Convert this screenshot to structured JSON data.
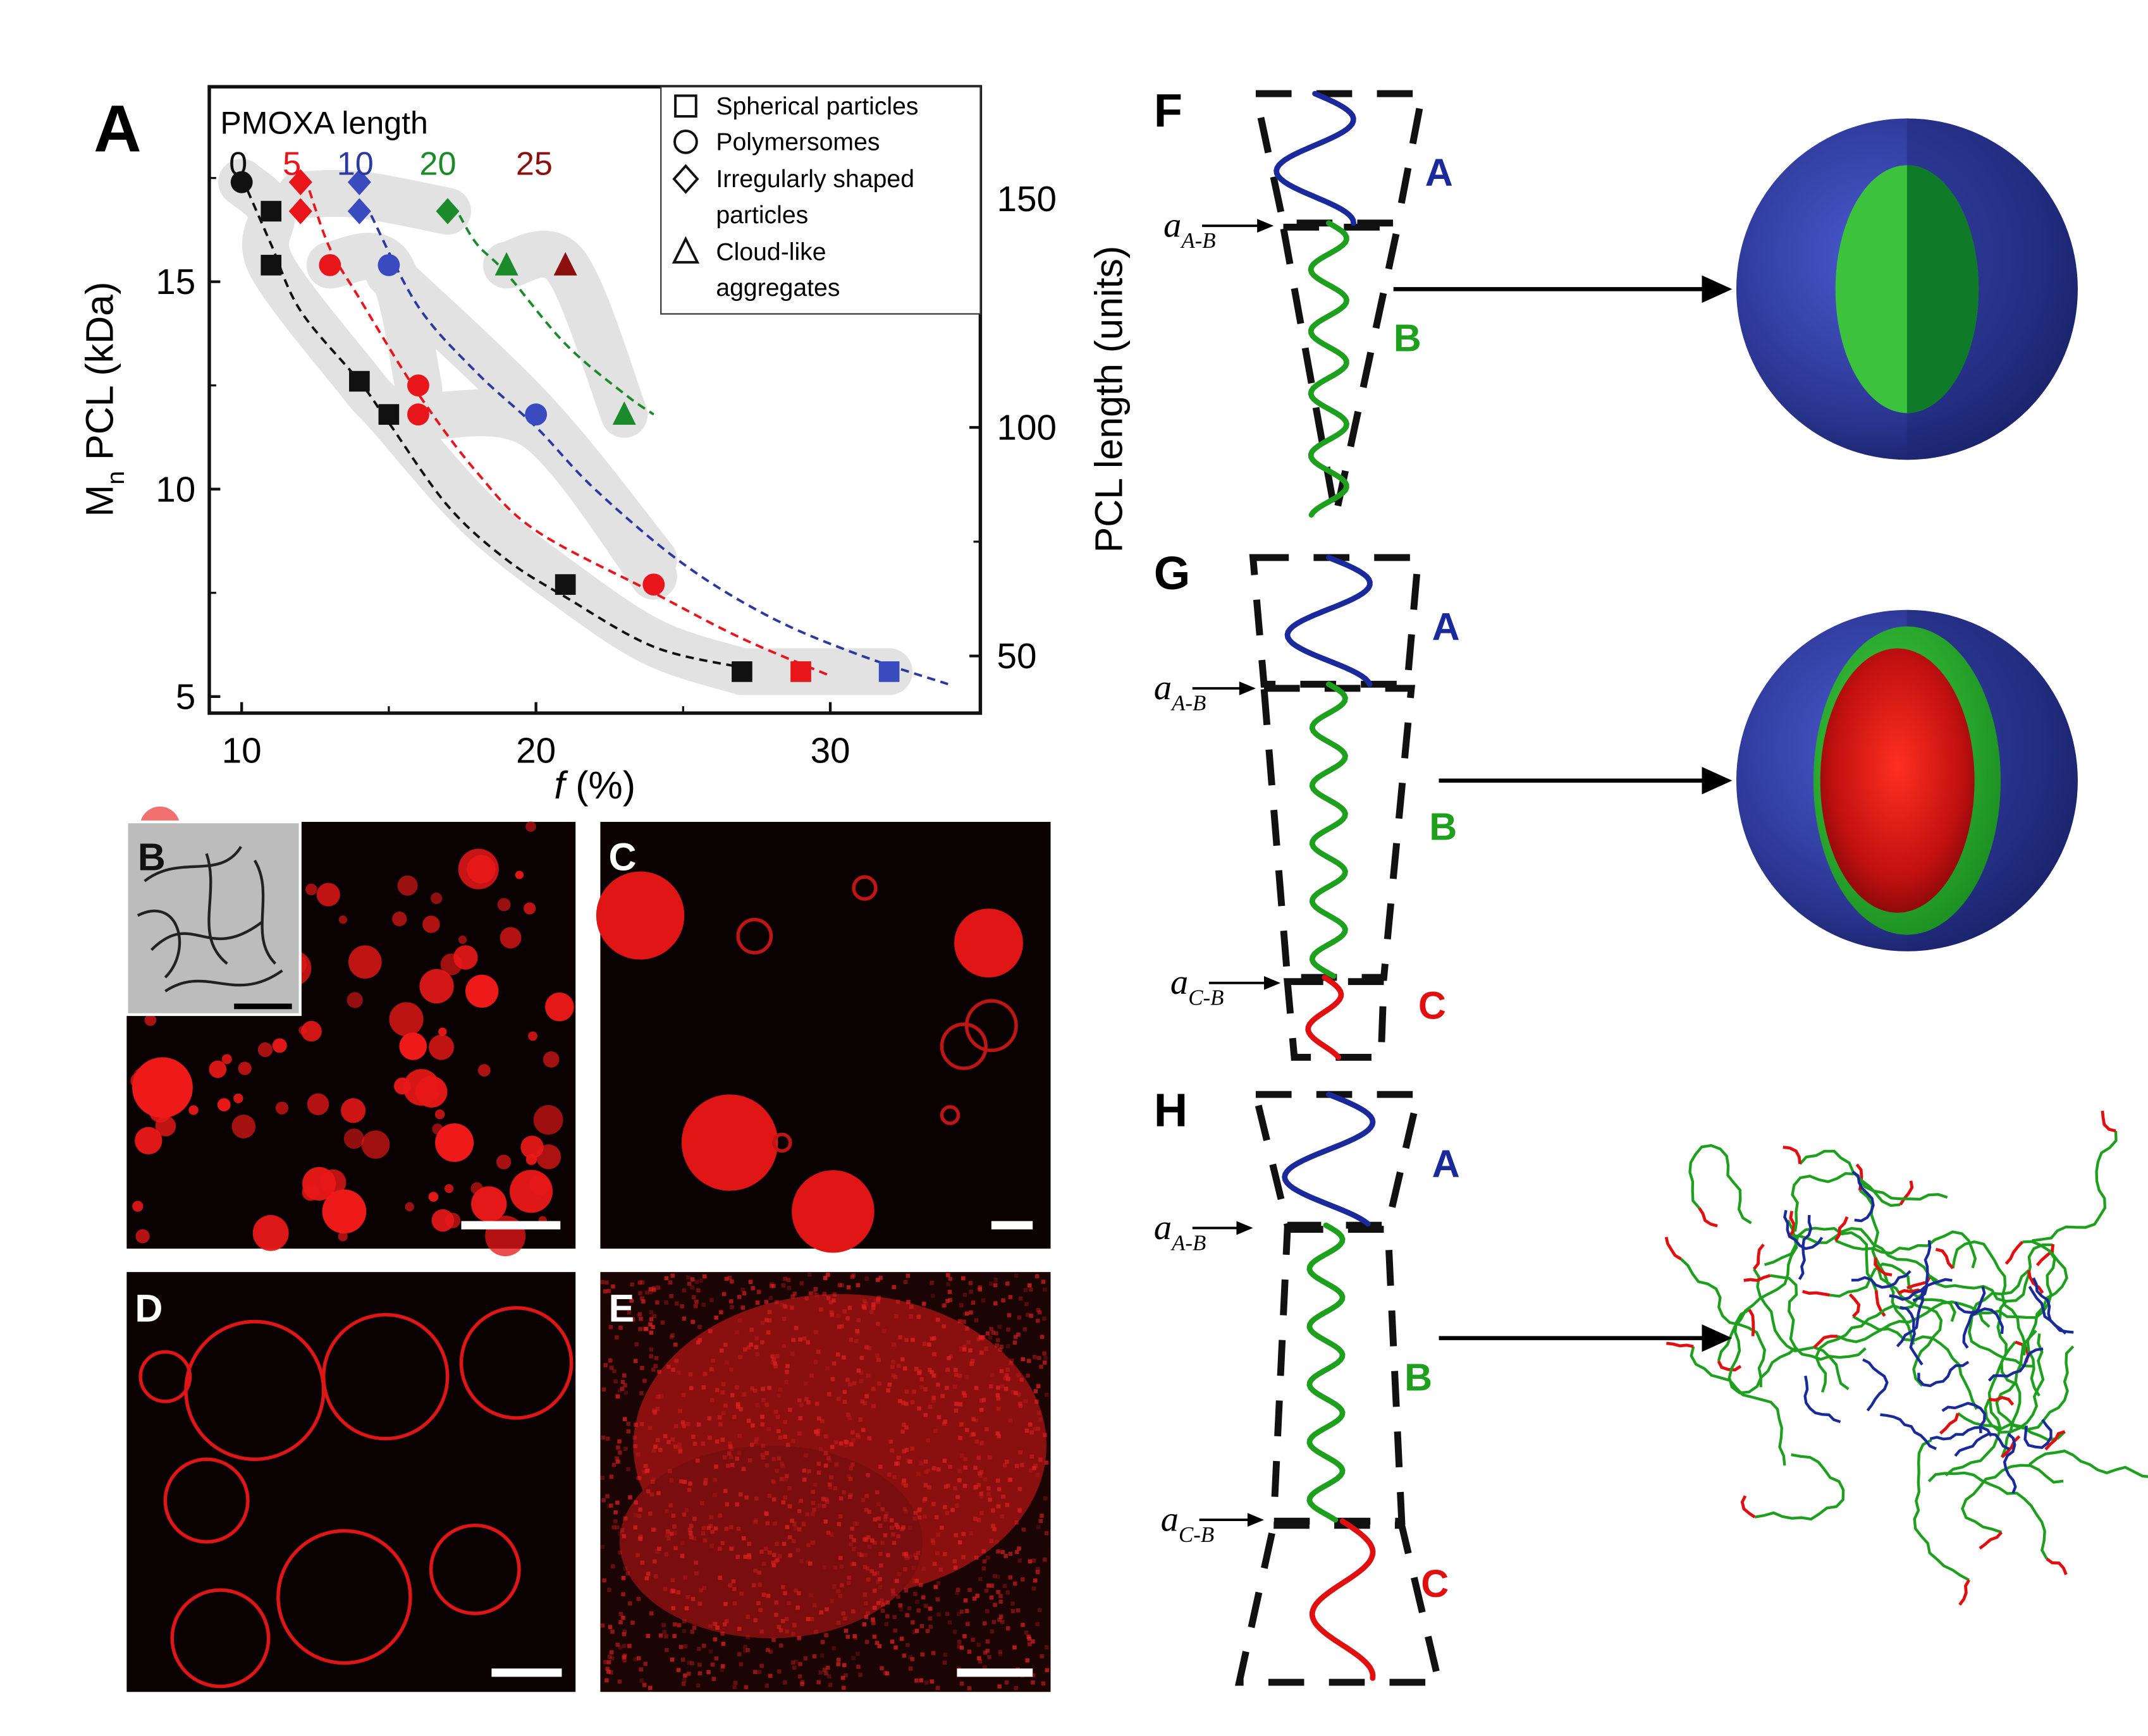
{
  "panel_labels": {
    "A": "A",
    "B": "B",
    "C": "C",
    "D": "D",
    "E": "E",
    "F": "F",
    "G": "G",
    "H": "H"
  },
  "chart_data": {
    "type": "scatter",
    "xlabel": "f (%)",
    "xlabel_italic": "f",
    "xlabel_unit": " (%)",
    "ylabel": "Mn PCL (kDa)",
    "ylabel_main": "M",
    "ylabel_sub": "n",
    "ylabel_rest": " PCL (kDa)",
    "y2label": "PCL length (units)",
    "xlim": [
      8.9,
      35.1
    ],
    "ylim": [
      4.6,
      19.7
    ],
    "y2lim": [
      37.5,
      174.5
    ],
    "xticks": [
      10,
      20,
      30
    ],
    "xtick_labels": [
      "10",
      "20",
      "30"
    ],
    "yticks": [
      5,
      10,
      15
    ],
    "ytick_labels": [
      "5",
      "10",
      "15"
    ],
    "y2ticks": [
      50,
      100,
      150
    ],
    "y2tick_labels": [
      "50",
      "100",
      "150"
    ],
    "grid": false,
    "legend_title": "PMOXA length",
    "pmoxa_lengths": [
      {
        "label": "0",
        "color": "#111111"
      },
      {
        "label": "5",
        "color": "#e8161b"
      },
      {
        "label": "10",
        "color": "#2b3aa0"
      },
      {
        "label": "20",
        "color": "#1a8a2a"
      },
      {
        "label": "25",
        "color": "#8b1010"
      }
    ],
    "legend": {
      "placement": "top-right",
      "entries": [
        {
          "shape": "square",
          "label": "Spherical particles"
        },
        {
          "shape": "circle",
          "label": "Polymersomes"
        },
        {
          "shape": "diamond",
          "label": "Irregularly shaped",
          "label2": "particles"
        },
        {
          "shape": "triangle",
          "label": "Cloud-like",
          "label2": "aggregates"
        }
      ]
    },
    "series": [
      {
        "name": "0",
        "color": "#111111",
        "points": [
          {
            "x": 10,
            "y": 17.4,
            "shape": "circle"
          },
          {
            "x": 11,
            "y": 16.7,
            "shape": "square"
          },
          {
            "x": 11,
            "y": 15.4,
            "shape": "square"
          },
          {
            "x": 14,
            "y": 12.6,
            "shape": "square"
          },
          {
            "x": 15,
            "y": 11.8,
            "shape": "square"
          },
          {
            "x": 21,
            "y": 7.7,
            "shape": "square"
          },
          {
            "x": 27,
            "y": 5.6,
            "shape": "square"
          }
        ]
      },
      {
        "name": "5",
        "color": "#e8161b",
        "points": [
          {
            "x": 12,
            "y": 17.4,
            "shape": "diamond"
          },
          {
            "x": 12,
            "y": 16.7,
            "shape": "diamond"
          },
          {
            "x": 13,
            "y": 15.4,
            "shape": "circle"
          },
          {
            "x": 16,
            "y": 12.5,
            "shape": "circle"
          },
          {
            "x": 16,
            "y": 11.8,
            "shape": "circle"
          },
          {
            "x": 24,
            "y": 7.7,
            "shape": "circle"
          },
          {
            "x": 29,
            "y": 5.6,
            "shape": "square"
          }
        ]
      },
      {
        "name": "10",
        "color": "#3a4bbf",
        "points": [
          {
            "x": 14,
            "y": 17.4,
            "shape": "diamond"
          },
          {
            "x": 14,
            "y": 16.7,
            "shape": "diamond"
          },
          {
            "x": 15,
            "y": 15.4,
            "shape": "circle"
          },
          {
            "x": 20,
            "y": 11.8,
            "shape": "circle"
          },
          {
            "x": 32,
            "y": 5.6,
            "shape": "square"
          }
        ]
      },
      {
        "name": "20",
        "color": "#1a8a2a",
        "points": [
          {
            "x": 17,
            "y": 16.7,
            "shape": "diamond"
          },
          {
            "x": 19,
            "y": 15.4,
            "shape": "triangle"
          },
          {
            "x": 23,
            "y": 11.8,
            "shape": "triangle"
          }
        ]
      },
      {
        "name": "25",
        "color": "#8b1010",
        "points": [
          {
            "x": 21,
            "y": 15.4,
            "shape": "triangle"
          }
        ]
      }
    ],
    "trend_lines": [
      {
        "color": "#111111",
        "points": [
          [
            10.2,
            17.2
          ],
          [
            11,
            15.9
          ],
          [
            12,
            14.3
          ],
          [
            14,
            12.6
          ],
          [
            15,
            11.6
          ],
          [
            17,
            9.6
          ],
          [
            19,
            8.3
          ],
          [
            21,
            7.4
          ],
          [
            24,
            6.2
          ],
          [
            27,
            5.7
          ]
        ]
      },
      {
        "color": "#e8161b",
        "points": [
          [
            12.3,
            17.2
          ],
          [
            13,
            15.8
          ],
          [
            14,
            14.6
          ],
          [
            16,
            12.3
          ],
          [
            18,
            10.4
          ],
          [
            20,
            9.0
          ],
          [
            24,
            7.5
          ],
          [
            27,
            6.4
          ],
          [
            30,
            5.5
          ]
        ]
      },
      {
        "color": "#2b3aa0",
        "points": [
          [
            14.4,
            16.6
          ],
          [
            16,
            14.4
          ],
          [
            18,
            12.8
          ],
          [
            20,
            11.5
          ],
          [
            22,
            10.0
          ],
          [
            25,
            8.2
          ],
          [
            28,
            6.9
          ],
          [
            31,
            6.0
          ],
          [
            34,
            5.3
          ]
        ]
      },
      {
        "color": "#1a8a2a",
        "points": [
          [
            17.4,
            16.6
          ],
          [
            18,
            15.9
          ],
          [
            19,
            15.2
          ],
          [
            21,
            13.5
          ],
          [
            23,
            12.3
          ],
          [
            24,
            11.8
          ]
        ]
      }
    ],
    "regions": [
      [
        [
          10,
          17.4
        ],
        [
          11,
          16.7
        ],
        [
          11,
          15.4
        ],
        [
          14,
          12.6
        ],
        [
          15,
          11.8
        ],
        [
          18,
          9.4
        ],
        [
          21,
          7.7
        ],
        [
          24,
          6.3
        ],
        [
          27,
          5.6
        ]
      ],
      [
        [
          27,
          5.6
        ],
        [
          29,
          5.6
        ],
        [
          32,
          5.6
        ]
      ],
      [
        [
          12,
          17.1
        ],
        [
          14,
          17.1
        ],
        [
          17,
          16.7
        ]
      ],
      [
        [
          13,
          15.4
        ],
        [
          15,
          15.4
        ],
        [
          16,
          12.5
        ],
        [
          16,
          11.8
        ],
        [
          20,
          11.5
        ],
        [
          24,
          7.9
        ]
      ],
      [
        [
          15,
          15.2
        ],
        [
          20,
          11.8
        ],
        [
          24,
          8.3
        ]
      ],
      [
        [
          19,
          15.4
        ],
        [
          21,
          15.4
        ],
        [
          23,
          11.8
        ]
      ]
    ]
  },
  "scale_bar_color": "#ffffff",
  "schematic": {
    "segments": {
      "A": "A",
      "B": "B",
      "C": "C"
    },
    "segment_colors": {
      "A": "#1a2a9a",
      "B": "#1ea01e",
      "C": "#e01010"
    },
    "interface_a": "a",
    "interface_AB": "A-B",
    "interface_CB": "C-B"
  }
}
